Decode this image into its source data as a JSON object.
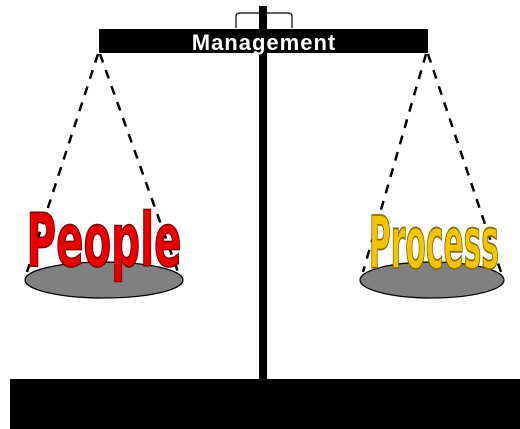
{
  "beam": {
    "label": "Management",
    "color": "#000000",
    "label_color": "#ffffff"
  },
  "left_pan": {
    "label": "People",
    "label_color": "#e60000",
    "label_outline": "#8a0000",
    "pan_color": "#808080"
  },
  "right_pan": {
    "label": "Process",
    "label_color": "#f2c500",
    "label_outline": "#8a6d00",
    "pan_color": "#808080"
  }
}
